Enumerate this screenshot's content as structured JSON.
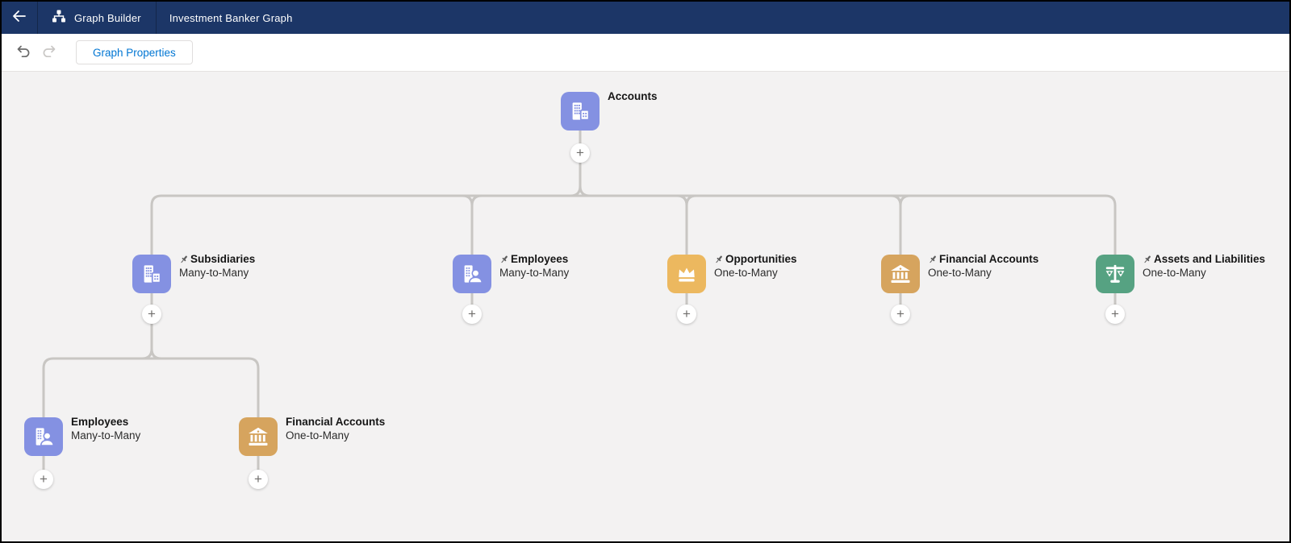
{
  "header": {
    "back_icon": "back-arrow-icon",
    "app_icon": "org-chart-icon",
    "app_title": "Graph Builder",
    "graph_title": "Investment Banker Graph"
  },
  "toolbar": {
    "undo_icon": "undo-icon",
    "redo_icon": "redo-icon",
    "graph_properties_label": "Graph Properties"
  },
  "colors": {
    "header_bg": "#1c3667",
    "canvas_bg": "#f3f2f2",
    "connector_gray": "#c8c6c3",
    "link_blue": "#0176d3",
    "node_purple": "#8491e2",
    "node_gold": "#ecb85f",
    "node_tan": "#d6a45e",
    "node_green": "#56a282"
  },
  "graph": {
    "add_button_label": "+",
    "nodes": [
      {
        "id": "accounts",
        "title": "Accounts",
        "subtitle": "",
        "icon": "buildings-icon",
        "color": "#8491e2",
        "pinned": false
      },
      {
        "id": "subsidiaries",
        "title": "Subsidiaries",
        "subtitle": "Many-to-Many",
        "icon": "buildings-icon",
        "color": "#8491e2",
        "pinned": true
      },
      {
        "id": "employees",
        "title": "Employees",
        "subtitle": "Many-to-Many",
        "icon": "building-person-icon",
        "color": "#8491e2",
        "pinned": true
      },
      {
        "id": "opportunities",
        "title": "Opportunities",
        "subtitle": "One-to-Many",
        "icon": "crown-icon",
        "color": "#ecb85f",
        "pinned": true
      },
      {
        "id": "financial-accounts",
        "title": "Financial Accounts",
        "subtitle": "One-to-Many",
        "icon": "bank-icon",
        "color": "#d6a45e",
        "pinned": true
      },
      {
        "id": "assets-and-liabilities",
        "title": "Assets and Liabilities",
        "subtitle": "One-to-Many",
        "icon": "scales-icon",
        "color": "#56a282",
        "pinned": true
      },
      {
        "id": "sub-employees",
        "title": "Employees",
        "subtitle": "Many-to-Many",
        "icon": "building-person-icon",
        "color": "#8491e2",
        "pinned": false
      },
      {
        "id": "sub-financial-accounts",
        "title": "Financial Accounts",
        "subtitle": "One-to-Many",
        "icon": "bank-icon",
        "color": "#d6a45e",
        "pinned": false
      }
    ]
  }
}
